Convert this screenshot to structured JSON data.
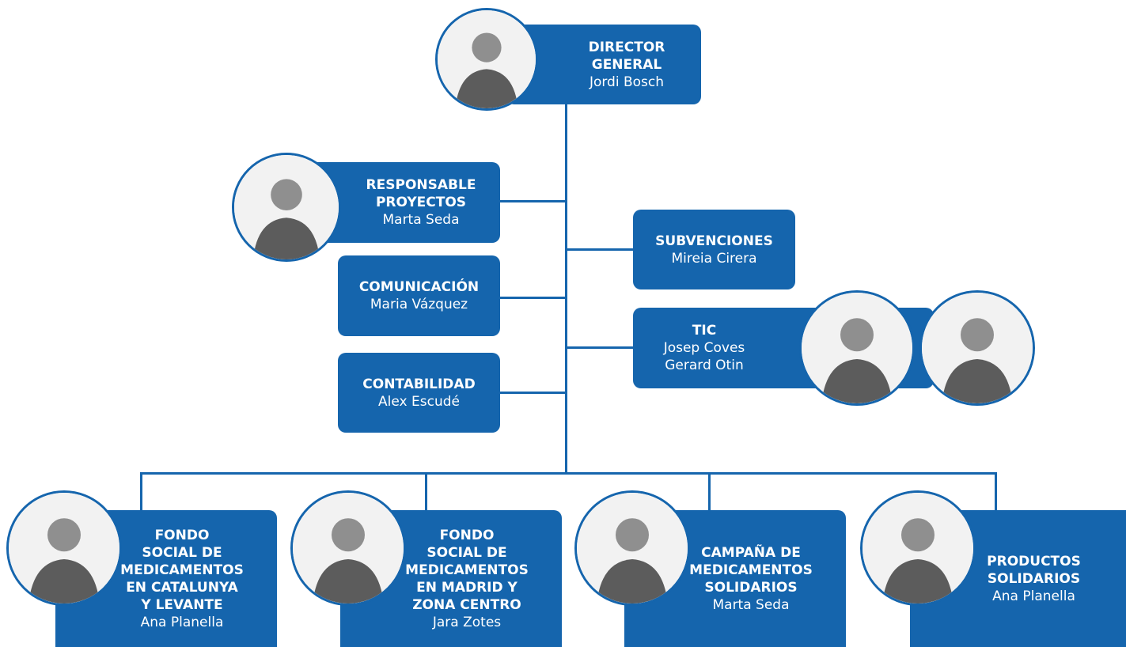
{
  "brand": {
    "accent": "#1565ad",
    "text": "#ffffff"
  },
  "director": {
    "title": "DIRECTOR\nGENERAL",
    "name": "Jordi Bosch",
    "photo": "person-photo"
  },
  "projects": {
    "title": "RESPONSABLE\nPROYECTOS",
    "name": "Marta Seda",
    "photo": "person-photo"
  },
  "communication": {
    "title": "COMUNICACIÓN",
    "name": "Maria Vázquez"
  },
  "accounting": {
    "title": "CONTABILIDAD",
    "name": "Alex Escudé"
  },
  "grants": {
    "title": "SUBVENCIONES",
    "name": "Mireia Cirera"
  },
  "it": {
    "title": "TIC",
    "names": "Josep Coves\nGerard Otin",
    "photos": [
      "person-photo",
      "person-photo"
    ]
  },
  "bottom": [
    {
      "title": "FONDO\nSOCIAL DE\nMEDICAMENTOS\nEN CATALUNYA\nY LEVANTE",
      "name": "Ana Planella",
      "photo": "person-photo"
    },
    {
      "title": "FONDO\nSOCIAL DE\nMEDICAMENTOS\nEN MADRID Y\nZONA CENTRO",
      "name": "Jara Zotes",
      "photo": "person-photo"
    },
    {
      "title": "CAMPAÑA DE\nMEDICAMENTOS\nSOLIDARIOS",
      "name": "Marta Seda",
      "photo": "person-photo"
    },
    {
      "title": "PRODUCTOS\nSOLIDARIOS",
      "name": "Ana Planella",
      "photo": "person-photo"
    }
  ]
}
